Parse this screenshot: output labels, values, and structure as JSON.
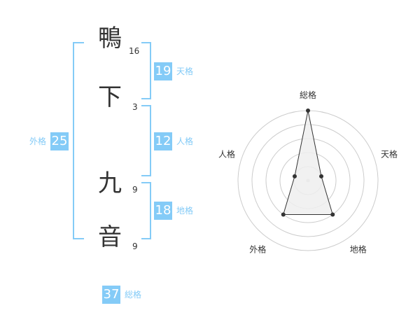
{
  "name_chars": [
    {
      "char": "鴨",
      "strokes": "16"
    },
    {
      "char": "下",
      "strokes": "3"
    },
    {
      "char": "九",
      "strokes": "9"
    },
    {
      "char": "音",
      "strokes": "9"
    }
  ],
  "kakusu": {
    "tenkaku": {
      "value": "19",
      "label": "天格"
    },
    "jinkaku": {
      "value": "12",
      "label": "人格"
    },
    "chikaku": {
      "value": "18",
      "label": "地格"
    },
    "gaikaku": {
      "value": "25",
      "label": "外格"
    },
    "soukaku": {
      "value": "37",
      "label": "総格"
    }
  },
  "chart_data": {
    "type": "radar",
    "axes": [
      "総格",
      "天格",
      "地格",
      "外格",
      "人格"
    ],
    "levels": 5,
    "max": 5,
    "values": [
      5,
      1,
      3,
      3,
      1
    ],
    "colors": {
      "fill": "#efefef",
      "stroke": "#333333",
      "grid": "#cccccc"
    }
  },
  "colors": {
    "accent": "#84cbf7"
  }
}
